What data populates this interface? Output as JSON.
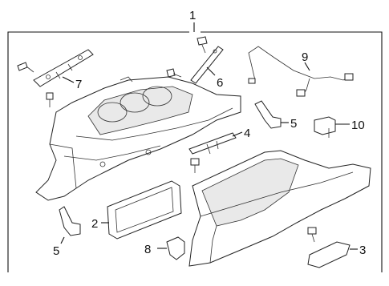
{
  "diagram": {
    "assembly_number": "1",
    "callouts": [
      {
        "id": "c7",
        "label": "7"
      },
      {
        "id": "c6",
        "label": "6"
      },
      {
        "id": "c9",
        "label": "9"
      },
      {
        "id": "c5a",
        "label": "5"
      },
      {
        "id": "c10",
        "label": "10"
      },
      {
        "id": "c4",
        "label": "4"
      },
      {
        "id": "c2",
        "label": "2"
      },
      {
        "id": "c5b",
        "label": "5"
      },
      {
        "id": "c8",
        "label": "8"
      },
      {
        "id": "c3",
        "label": "3"
      }
    ]
  }
}
